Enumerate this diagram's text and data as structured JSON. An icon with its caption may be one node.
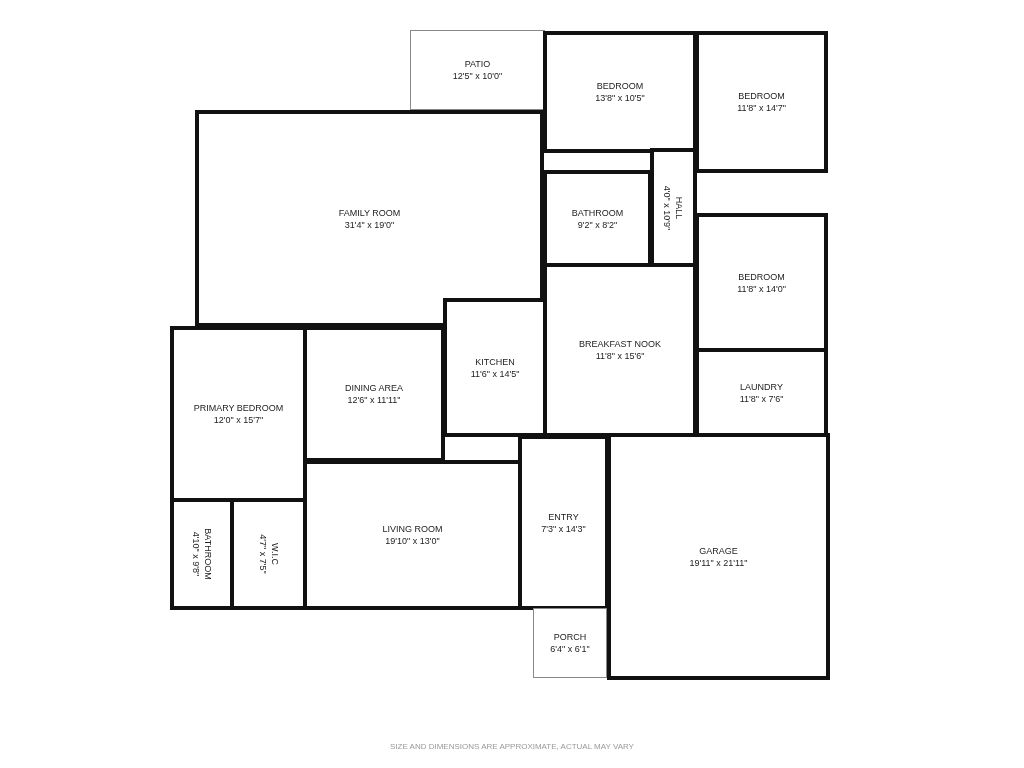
{
  "diagram": {
    "caption": "SIZE AND DIMENSIONS ARE APPROXIMATE, ACTUAL MAY VARY",
    "nodes": [
      {
        "text": [
          "PATIO",
          "12'5\" x 10'0\""
        ]
      },
      {
        "text": [
          "BEDROOM",
          "13'8\" x 10'5\""
        ]
      },
      {
        "text": [
          "BEDROOM",
          "11'8\" x 14'7\""
        ]
      },
      {
        "text": [
          "FAMILY ROOM",
          "31'4\" x 19'0\""
        ]
      },
      {
        "text": [
          "BATHROOM",
          "9'2\" x 8'2\""
        ]
      },
      {
        "text": [
          "HALL",
          "4'0\" x 10'9\""
        ]
      },
      {
        "text": [
          "BEDROOM",
          "11'8\" x 14'0\""
        ]
      },
      {
        "text": [
          "KITCHEN",
          "11'6\" x 14'5\""
        ]
      },
      {
        "text": [
          "BREAKFAST NOOK",
          "11'8\" x 15'6\""
        ]
      },
      {
        "text": [
          "LAUNDRY",
          "11'8\" x 7'6\""
        ]
      },
      {
        "text": [
          "PRIMARY BEDROOM",
          "12'0\" x 15'7\""
        ]
      },
      {
        "text": [
          "DINING AREA",
          "12'6\" x 11'11\""
        ]
      },
      {
        "text": [
          "LIVING ROOM",
          "19'10\" x 13'0\""
        ]
      },
      {
        "text": [
          "ENTRY",
          "7'3\" x 14'3\""
        ]
      },
      {
        "text": [
          "GARAGE",
          "19'11\" x 21'11\""
        ]
      },
      {
        "text": [
          "BATHROOM",
          "4'10\" x 9'8\""
        ]
      },
      {
        "text": [
          "W.I.C",
          "4'7\" x 7'5\""
        ]
      },
      {
        "text": [
          "PORCH",
          "6'4\" x 6'1\""
        ]
      }
    ]
  }
}
